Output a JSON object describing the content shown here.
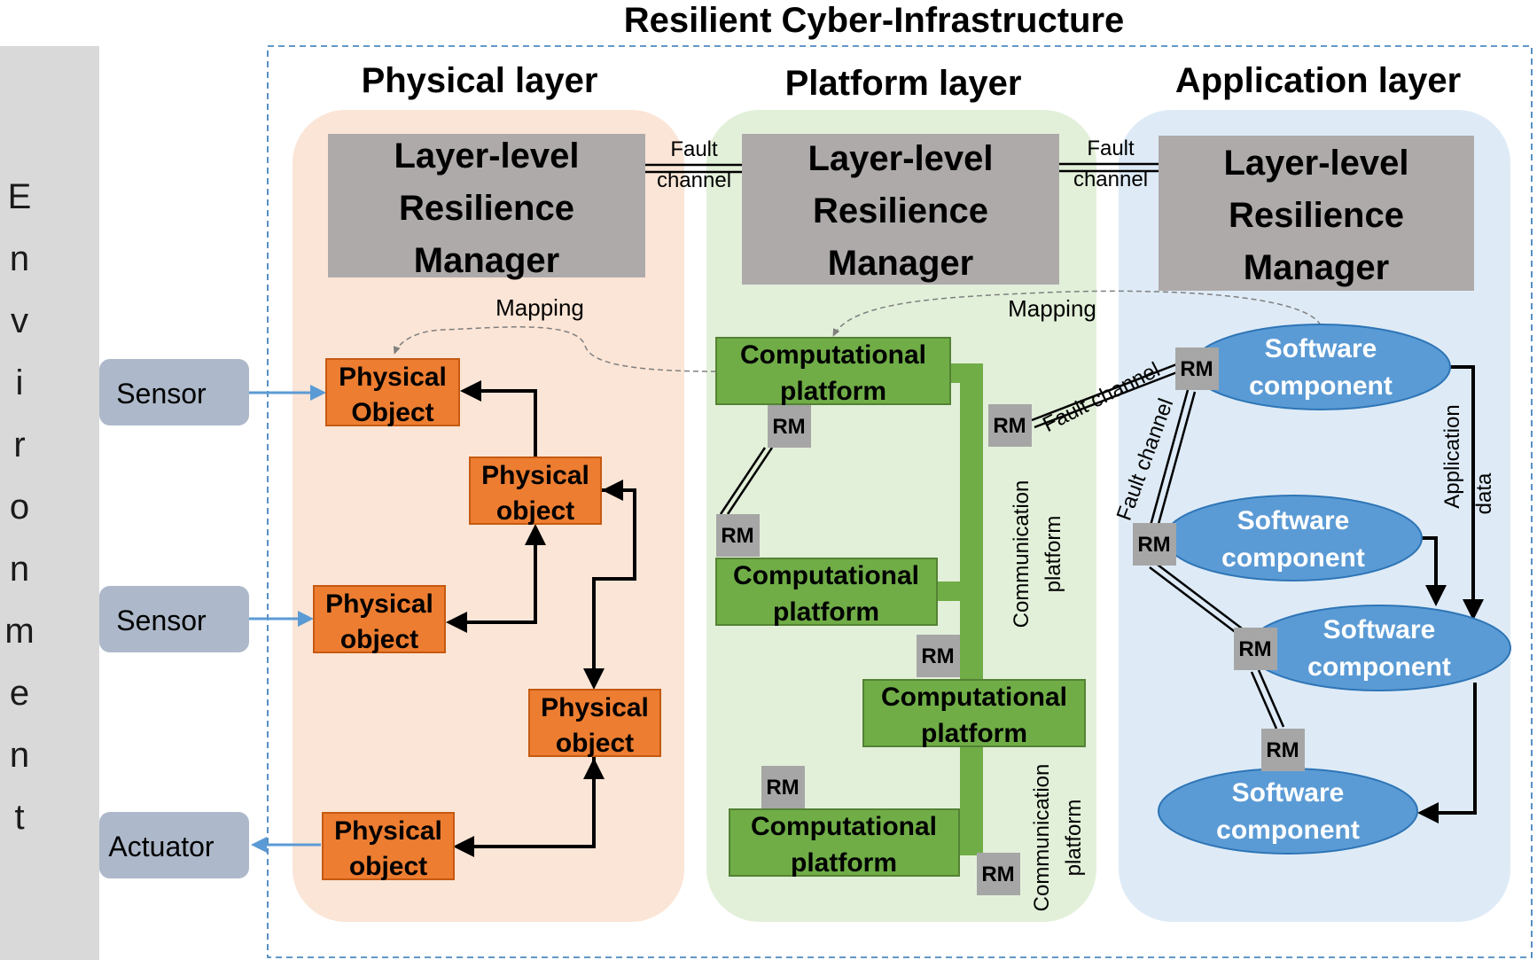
{
  "title": "Resilient Cyber-Infrastructure",
  "environment": {
    "letters": [
      "E",
      "n",
      "v",
      "i",
      "r",
      "o",
      "n",
      "m",
      "e",
      "n",
      "t"
    ],
    "devices": [
      "Sensor",
      "Sensor",
      "Actuator"
    ]
  },
  "layers": {
    "physical": {
      "title": "Physical layer",
      "manager": [
        "Layer-level",
        "Resilience",
        "Manager"
      ],
      "objects": [
        [
          "Physical",
          "Object"
        ],
        [
          "Physical",
          "object"
        ],
        [
          "Physical",
          "object"
        ],
        [
          "Physical",
          "object"
        ],
        [
          "Physical",
          "object"
        ]
      ]
    },
    "platform": {
      "title": "Platform layer",
      "manager": [
        "Layer-level",
        "Resilience",
        "Manager"
      ],
      "platforms": [
        [
          "Computational",
          "platform"
        ],
        [
          "Computational",
          "platform"
        ],
        [
          "Computational",
          "platform"
        ],
        [
          "Computational",
          "platform"
        ]
      ],
      "communication_label": [
        "Communication",
        "platform"
      ]
    },
    "application": {
      "title": "Application layer",
      "manager": [
        "Layer-level",
        "Resilience",
        "Manager"
      ],
      "components": [
        [
          "Software",
          "component"
        ],
        [
          "Software",
          "component"
        ],
        [
          "Software",
          "component"
        ],
        [
          "Software",
          "component"
        ]
      ],
      "app_data_label": [
        "Application",
        "data"
      ]
    }
  },
  "labels": {
    "fault": "Fault",
    "channel": "channel",
    "fault_channel": "Fault channel",
    "mapping": "Mapping",
    "rm": "RM"
  },
  "colors": {
    "physical_bg": "#fbe5d6",
    "platform_bg": "#e2f0d9",
    "application_bg": "#deebf7",
    "manager_box": "#aeaaaa",
    "physical_object": "#ed7d31",
    "computational_platform": "#70ad47",
    "software_component": "#5b9bd5",
    "rm_box": "#a6a6a6",
    "device_box": "#adb9ca",
    "environment_bar": "#d9d9d9",
    "sensor_arrow": "#5b9bd5"
  }
}
